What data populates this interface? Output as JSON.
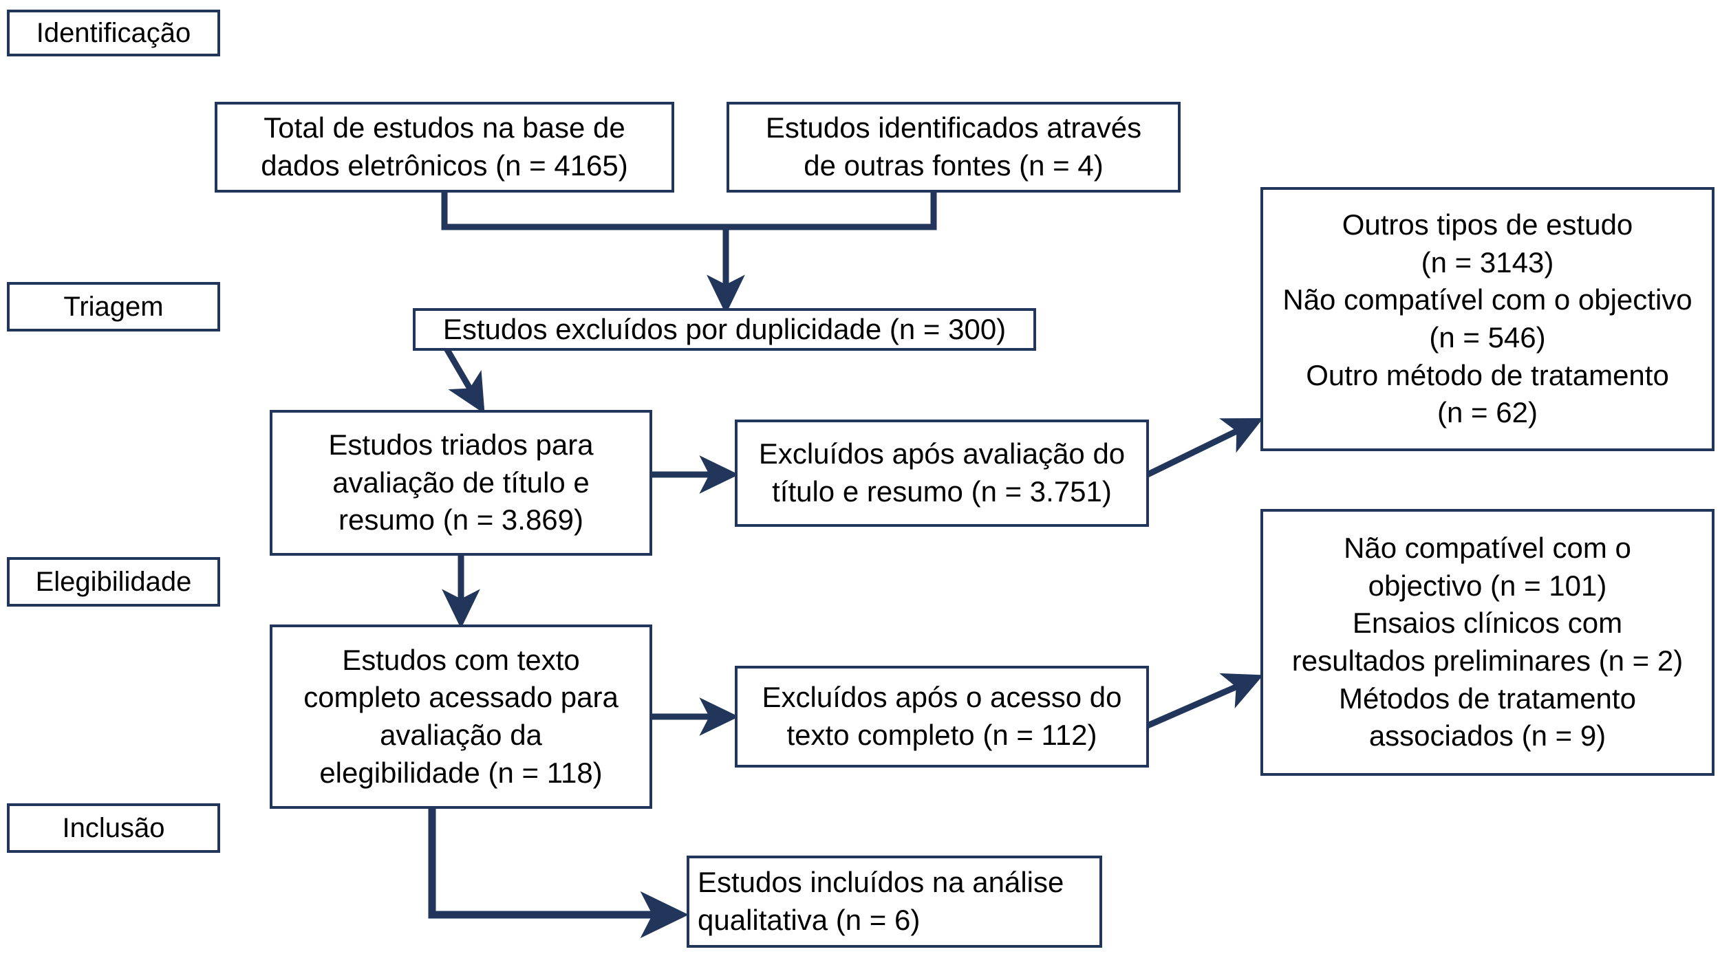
{
  "diagram": {
    "title": "PRISMA flow diagram",
    "language": "pt-BR",
    "border_color": "#22365c",
    "connector_color": "#22365c",
    "background_color": "#ffffff",
    "text_color": "#000000"
  },
  "stages": [
    {
      "id": "identificacao",
      "label": "Identificação"
    },
    {
      "id": "triagem",
      "label": "Triagem"
    },
    {
      "id": "elegibilidade",
      "label": "Elegibilidade"
    },
    {
      "id": "inclusao",
      "label": "Inclusão"
    }
  ],
  "nodes": {
    "database_records": {
      "text": "Total de estudos na base de\ndados eletrônicos (n = 4165)",
      "n": 4165
    },
    "other_sources": {
      "text": "Estudos identificados através\nde outras fontes (n = 4)",
      "n": 4
    },
    "duplicates_removed": {
      "text": "Estudos excluídos por duplicidade (n = 300)",
      "n": 300
    },
    "screened": {
      "text": "Estudos triados para\navaliação de título e\nresumo (n = 3.869)",
      "n": 3869
    },
    "excluded_title_abstract": {
      "text": "Excluídos após avaliação do\ntítulo e resumo (n = 3.751)",
      "n": 3751
    },
    "excluded_title_abstract_reasons": {
      "text": "Outros tipos de estudo\n(n = 3143)\nNão compatível com o objectivo\n(n = 546)\nOutro método de tratamento\n(n = 62)",
      "reasons": [
        {
          "label": "Outros tipos de estudo",
          "n": 3143
        },
        {
          "label": "Não compatível com o objectivo",
          "n": 546
        },
        {
          "label": "Outro método de tratamento",
          "n": 62
        }
      ]
    },
    "fulltext_assessed": {
      "text": "Estudos com texto\ncompleto acessado para\navaliação da\nelegibilidade (n = 118)",
      "n": 118
    },
    "excluded_fulltext": {
      "text": "Excluídos após o acesso do\ntexto completo (n = 112)",
      "n": 112
    },
    "excluded_fulltext_reasons": {
      "text": "Não compatível com o\nobjectivo (n = 101)\nEnsaios clínicos com\nresultados preliminares (n = 2)\nMétodos de tratamento\nassociados (n = 9)",
      "reasons": [
        {
          "label": "Não compatível com o objectivo",
          "n": 101
        },
        {
          "label": "Ensaios clínicos com resultados preliminares",
          "n": 2
        },
        {
          "label": "Métodos de tratamento associados",
          "n": 9
        }
      ]
    },
    "included_qualitative": {
      "text": "Estudos incluídos na análise\nqualitativa (n = 6)",
      "n": 6
    }
  }
}
